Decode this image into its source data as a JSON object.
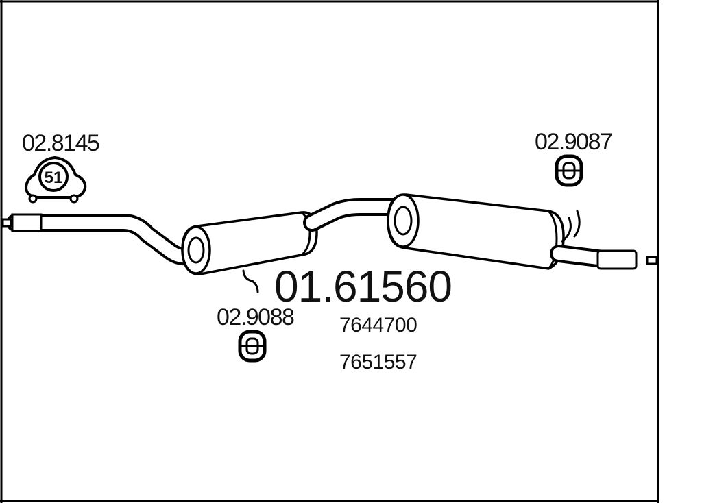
{
  "diagram": {
    "main_part_number": "01.61560",
    "oe_numbers": [
      "7644700",
      "7651557"
    ],
    "parts": [
      {
        "id": "clamp",
        "number": "02.8145",
        "badge": "51"
      },
      {
        "id": "mount-rear",
        "number": "02.9087"
      },
      {
        "id": "mount-middle",
        "number": "02.9088"
      }
    ]
  },
  "colors": {
    "ink": "#000000",
    "background": "#ffffff"
  }
}
